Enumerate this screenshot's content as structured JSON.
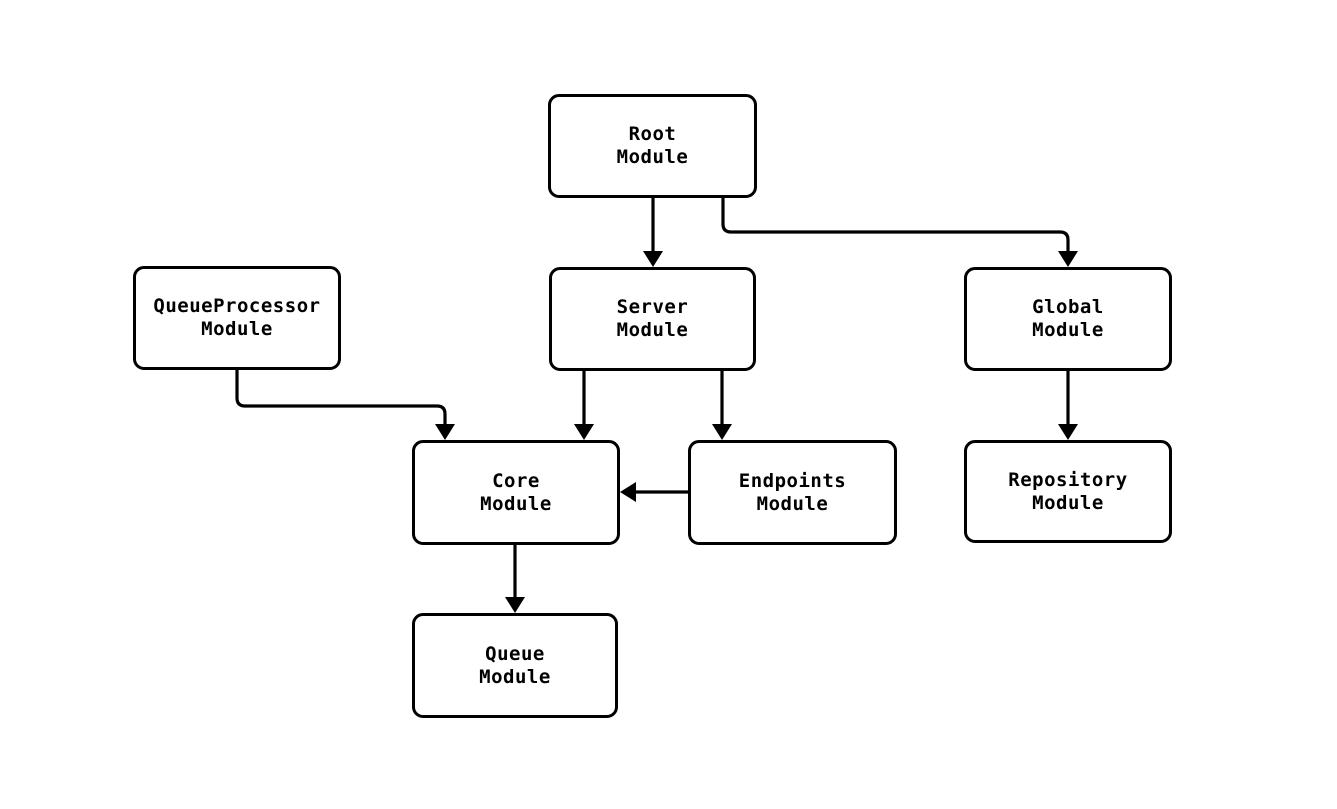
{
  "diagram": {
    "background_color": "#ffffff",
    "node_fill_color": "#ffffff",
    "line_color": "#000000",
    "text_color": "#000000",
    "nodes": {
      "root": {
        "label": "Root\nModule"
      },
      "queue_processor": {
        "label": "QueueProcessor\nModule"
      },
      "server": {
        "label": "Server\nModule"
      },
      "global": {
        "label": "Global\nModule"
      },
      "core": {
        "label": "Core\nModule"
      },
      "endpoints": {
        "label": "Endpoints\nModule"
      },
      "repository": {
        "label": "Repository\nModule"
      },
      "queue": {
        "label": "Queue\nModule"
      }
    },
    "edges": [
      {
        "from": "Root Module",
        "to": "Server Module"
      },
      {
        "from": "Root Module",
        "to": "Global Module"
      },
      {
        "from": "QueueProcessor Module",
        "to": "Core Module"
      },
      {
        "from": "Server Module",
        "to": "Core Module"
      },
      {
        "from": "Server Module",
        "to": "Endpoints Module"
      },
      {
        "from": "Endpoints Module",
        "to": "Core Module"
      },
      {
        "from": "Global Module",
        "to": "Repository Module"
      },
      {
        "from": "Core Module",
        "to": "Queue Module"
      }
    ]
  }
}
